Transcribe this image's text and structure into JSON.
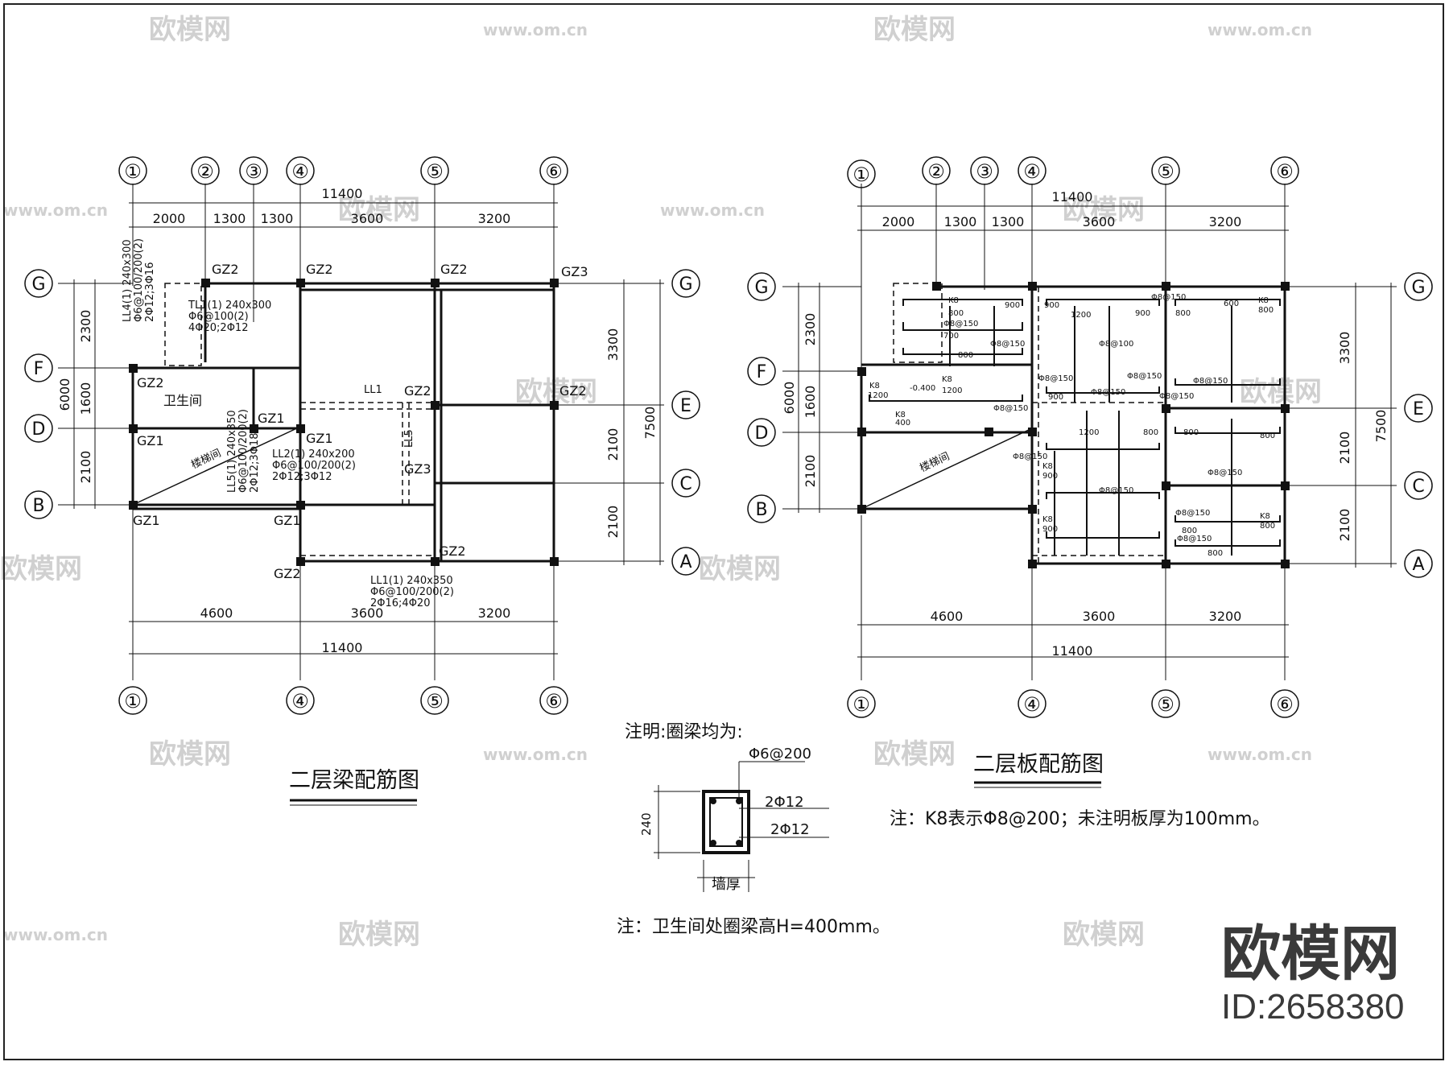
{
  "left_plan": {
    "title": "二层梁配筋图",
    "axes_top": [
      "①",
      "②",
      "③",
      "④",
      "⑤",
      "⑥"
    ],
    "axes_bottom": [
      "①",
      "④",
      "⑤",
      "⑥"
    ],
    "axes_rows_left": [
      "G",
      "F",
      "D",
      "B"
    ],
    "axes_rows_right": [
      "G",
      "E",
      "C",
      "A"
    ],
    "dim_top_total": "11400",
    "dim_top_segments": [
      "2000",
      "1300",
      "1300",
      "3600",
      "3200"
    ],
    "dim_bottom_segments": [
      "4600",
      "3600",
      "3200"
    ],
    "dim_bottom_total": "11400",
    "dim_left_segments": [
      "2300",
      "1600",
      "2100"
    ],
    "dim_left_total": "6000",
    "dim_right_segments": [
      "3300",
      "2100",
      "2100"
    ],
    "dim_right_total": "7500",
    "columns": [
      "GZ2",
      "GZ2",
      "GZ2",
      "GZ3",
      "GZ2",
      "GZ2",
      "GZ1",
      "GZ1",
      "GZ1",
      "GZ1",
      "GZ1",
      "GZ2",
      "GZ3",
      "GZ2",
      "GZ2"
    ],
    "room_bath": "卫生间",
    "room_stair": "楼梯间",
    "beam_ll4": [
      "LL4(1) 240x300",
      "Φ6@100/200(2)",
      "2Φ12;3Φ16"
    ],
    "beam_tl1": [
      "TL1(1) 240x300",
      "Φ6@100(2)",
      "4Φ20;2Φ12"
    ],
    "beam_ll5": [
      "LL5(1) 240x350",
      "Φ6@100/200(2)",
      "2Φ12;3Φ18"
    ],
    "beam_ll2": [
      "LL2(1) 240x200",
      "Φ6@100/200(2)",
      "2Φ12;3Φ12"
    ],
    "beam_ll1_short": "LL1",
    "beam_ll5_short": "LL5",
    "beam_ll1": [
      "LL1(1) 240x350",
      "Φ6@100/200(2)",
      "2Φ16;4Φ20"
    ]
  },
  "right_plan": {
    "title": "二层板配筋图",
    "axes_top": [
      "①",
      "②",
      "③",
      "④",
      "⑤",
      "⑥"
    ],
    "axes_bottom": [
      "①",
      "④",
      "⑤",
      "⑥"
    ],
    "axes_rows_left": [
      "G",
      "F",
      "D",
      "B"
    ],
    "axes_rows_right": [
      "G",
      "E",
      "C",
      "A"
    ],
    "dim_top_total": "11400",
    "dim_top_segments": [
      "2000",
      "1300",
      "1300",
      "3600",
      "3200"
    ],
    "dim_bottom_segments": [
      "4600",
      "3600",
      "3200"
    ],
    "dim_bottom_total": "11400",
    "dim_left_segments": [
      "2300",
      "1600",
      "2100"
    ],
    "dim_left_total": "6000",
    "dim_right_segments": [
      "3300",
      "2100",
      "2100"
    ],
    "dim_right_total": "7500",
    "room_stair": "楼梯间",
    "rebar_labels": [
      "K8",
      "800",
      "900",
      "900",
      "1200",
      "Φ8@150",
      "Φ8@150",
      "Φ8@150",
      "700",
      "800",
      "Φ8@100",
      "Φ8@150",
      "K8",
      "1200",
      "K8",
      "1200",
      "-0.400",
      "K8",
      "400",
      "Φ8@150",
      "Φ8@150",
      "Φ8@150",
      "900",
      "Φ8@150",
      "Φ8@150",
      "900",
      "800",
      "K8",
      "800",
      "800",
      "1200",
      "Φ8@150",
      "Φ8@150",
      "K8",
      "900",
      "800",
      "800",
      "Φ8@150",
      "K8",
      "900",
      "800",
      "Φ8@150",
      "800",
      "K8",
      "800",
      "Φ8@150",
      "600"
    ],
    "note": "注：K8表示Φ8@200；未注明板厚为100mm。"
  },
  "section": {
    "heading": "注明:圈梁均为:",
    "stirrup": "Φ6@200",
    "top_bars": "2Φ12",
    "bottom_bars": "2Φ12",
    "height": "240",
    "width_label": "墙厚",
    "footnote": "注：卫生间处圈梁高H=400mm。"
  },
  "watermark": {
    "brand": "欧模网",
    "url": "www.om.cn",
    "id": "ID:2658380"
  }
}
